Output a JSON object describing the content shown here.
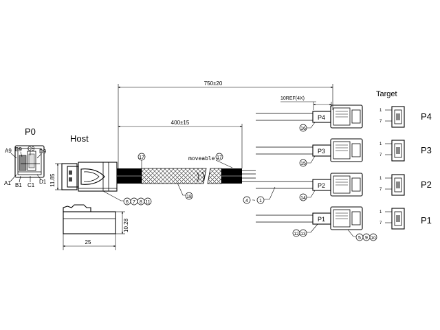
{
  "labels": {
    "p0": "P0",
    "host": "Host",
    "target": "Target",
    "p4": "P4",
    "p3": "P3",
    "p2": "P2",
    "p1": "P1",
    "pin_a9": "A9",
    "pin_b9": "B9",
    "pin_c9": "C9",
    "pin_d9": "D9",
    "pin_a1": "A1",
    "pin_b1": "B1",
    "pin_c1": "C1",
    "pin_d1": "D1",
    "tag_p4": "P4",
    "tag_p3": "P3",
    "tag_p2": "P2",
    "tag_p1": "P1",
    "moveable": "moveable",
    "pin1": "1",
    "pin7": "7"
  },
  "dimensions": {
    "overall_length": "750±20",
    "breakout_length": "400±15",
    "ref_length": "10REF(4X)",
    "host_height": "11.85",
    "latch_height": "10.28",
    "latch_width": "25"
  },
  "callouts": {
    "c17a": "17",
    "c17b": "17",
    "c18": "18",
    "c6": "6",
    "c7": "7",
    "c8": "8",
    "c11": "11",
    "c4": "4",
    "c_tilde": "~",
    "c1": "1",
    "c16": "16",
    "c15": "15",
    "c14": "14",
    "c12": "12",
    "c13": "13",
    "c5": "5",
    "c9": "9",
    "c10": "10"
  }
}
